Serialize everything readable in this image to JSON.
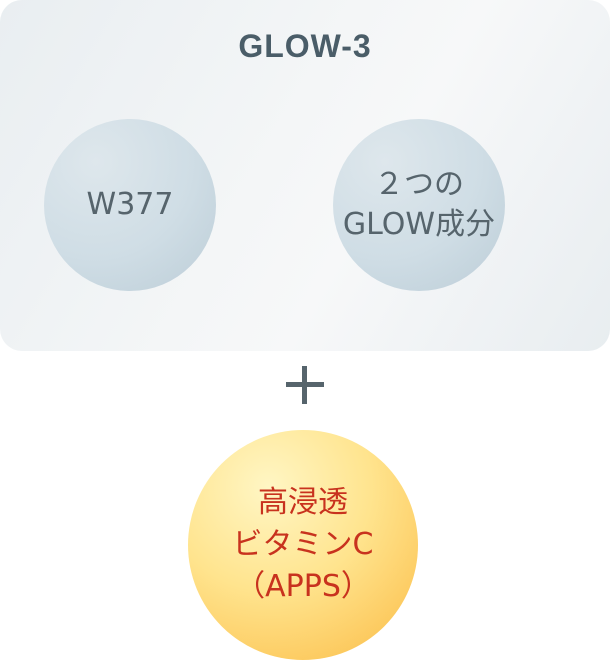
{
  "title": "GLOW-3",
  "circles": {
    "left": {
      "line1": "W377"
    },
    "right": {
      "line1": "２つの",
      "line2": "GLOW成分"
    },
    "bottom": {
      "line1": "高浸透",
      "line2": "ビタミンC",
      "line3": "（APPS）"
    }
  },
  "operator": "plus",
  "colors": {
    "title": "#4a5d68",
    "blue_circle_text": "#56646c",
    "yellow_circle_text": "#c8321e",
    "yellow_circle_fill": "#fcc658",
    "blue_circle_fill": "#cfdde5"
  }
}
